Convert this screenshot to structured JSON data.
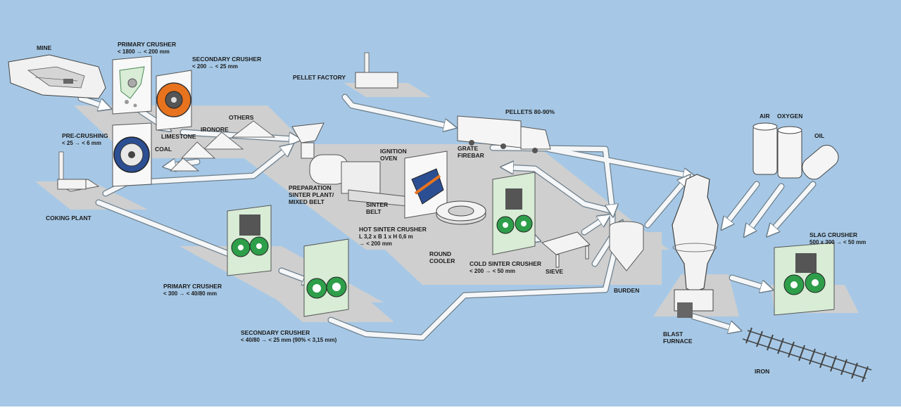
{
  "colors": {
    "background": "#a6c8e6",
    "platform": "#cfcfcf",
    "belt": "#f4f6f8",
    "crusher_green": "#2e9e4a",
    "crusher_orange": "#e8731e",
    "crusher_blue": "#2c4f93",
    "panel_green": "#d8ecd6"
  },
  "labels": {
    "mine": "MINE",
    "primary_crusher_top": "PRIMARY CRUSHER",
    "primary_crusher_top_spec": "< 1800 → < 200 mm",
    "secondary_crusher_top": "SECONDARY CRUSHER",
    "secondary_crusher_top_spec": "< 200 → < 25 mm",
    "others": "OTHERS",
    "ironore": "IRONORE",
    "limestone": "LIMESTONE",
    "coal": "COAL",
    "pre_crushing": "PRE-CRUSHING",
    "pre_crushing_spec": "< 25 → < 6 mm",
    "coking_plant": "COKING PLANT",
    "pellet_factory": "PELLET FACTORY",
    "pellets": "PELLETS 80-90%",
    "grate": "GRATE",
    "firebar": "FIREBAR",
    "ignition": "IGNITION",
    "oven": "OVEN",
    "preparation_1": "PREPARATION",
    "preparation_2": "SINTER PLANT/",
    "preparation_3": "MIXED BELT",
    "sinter_1": "SINTER",
    "sinter_2": "BELT",
    "hot_sinter": "HOT SINTER CRUSHER",
    "hot_sinter_spec_1": "L 3,2 x B 1 x H 0,6 m",
    "hot_sinter_spec_2": "→ < 200 mm",
    "round_1": "ROUND",
    "round_2": "COOLER",
    "cold_sinter": "COLD SINTER CRUSHER",
    "cold_sinter_spec": "< 200 → < 50 mm",
    "sieve": "SIEVE",
    "burden": "BURDEN",
    "primary_crusher_bottom": "PRIMARY CRUSHER",
    "primary_crusher_bottom_spec": "< 300 → < 40/80 mm",
    "secondary_crusher_bottom": "SECONDARY CRUSHER",
    "secondary_crusher_bottom_spec": "< 40/80 → < 25 mm (90% < 3,15 mm)",
    "air": "AIR",
    "oxygen": "OXYGEN",
    "oil": "OIL",
    "slag_crusher": "SLAG CRUSHER",
    "slag_crusher_spec": "500 x 300 → < 50 mm",
    "blast_1": "BLAST",
    "blast_2": "FURNACE",
    "iron": "IRON"
  }
}
